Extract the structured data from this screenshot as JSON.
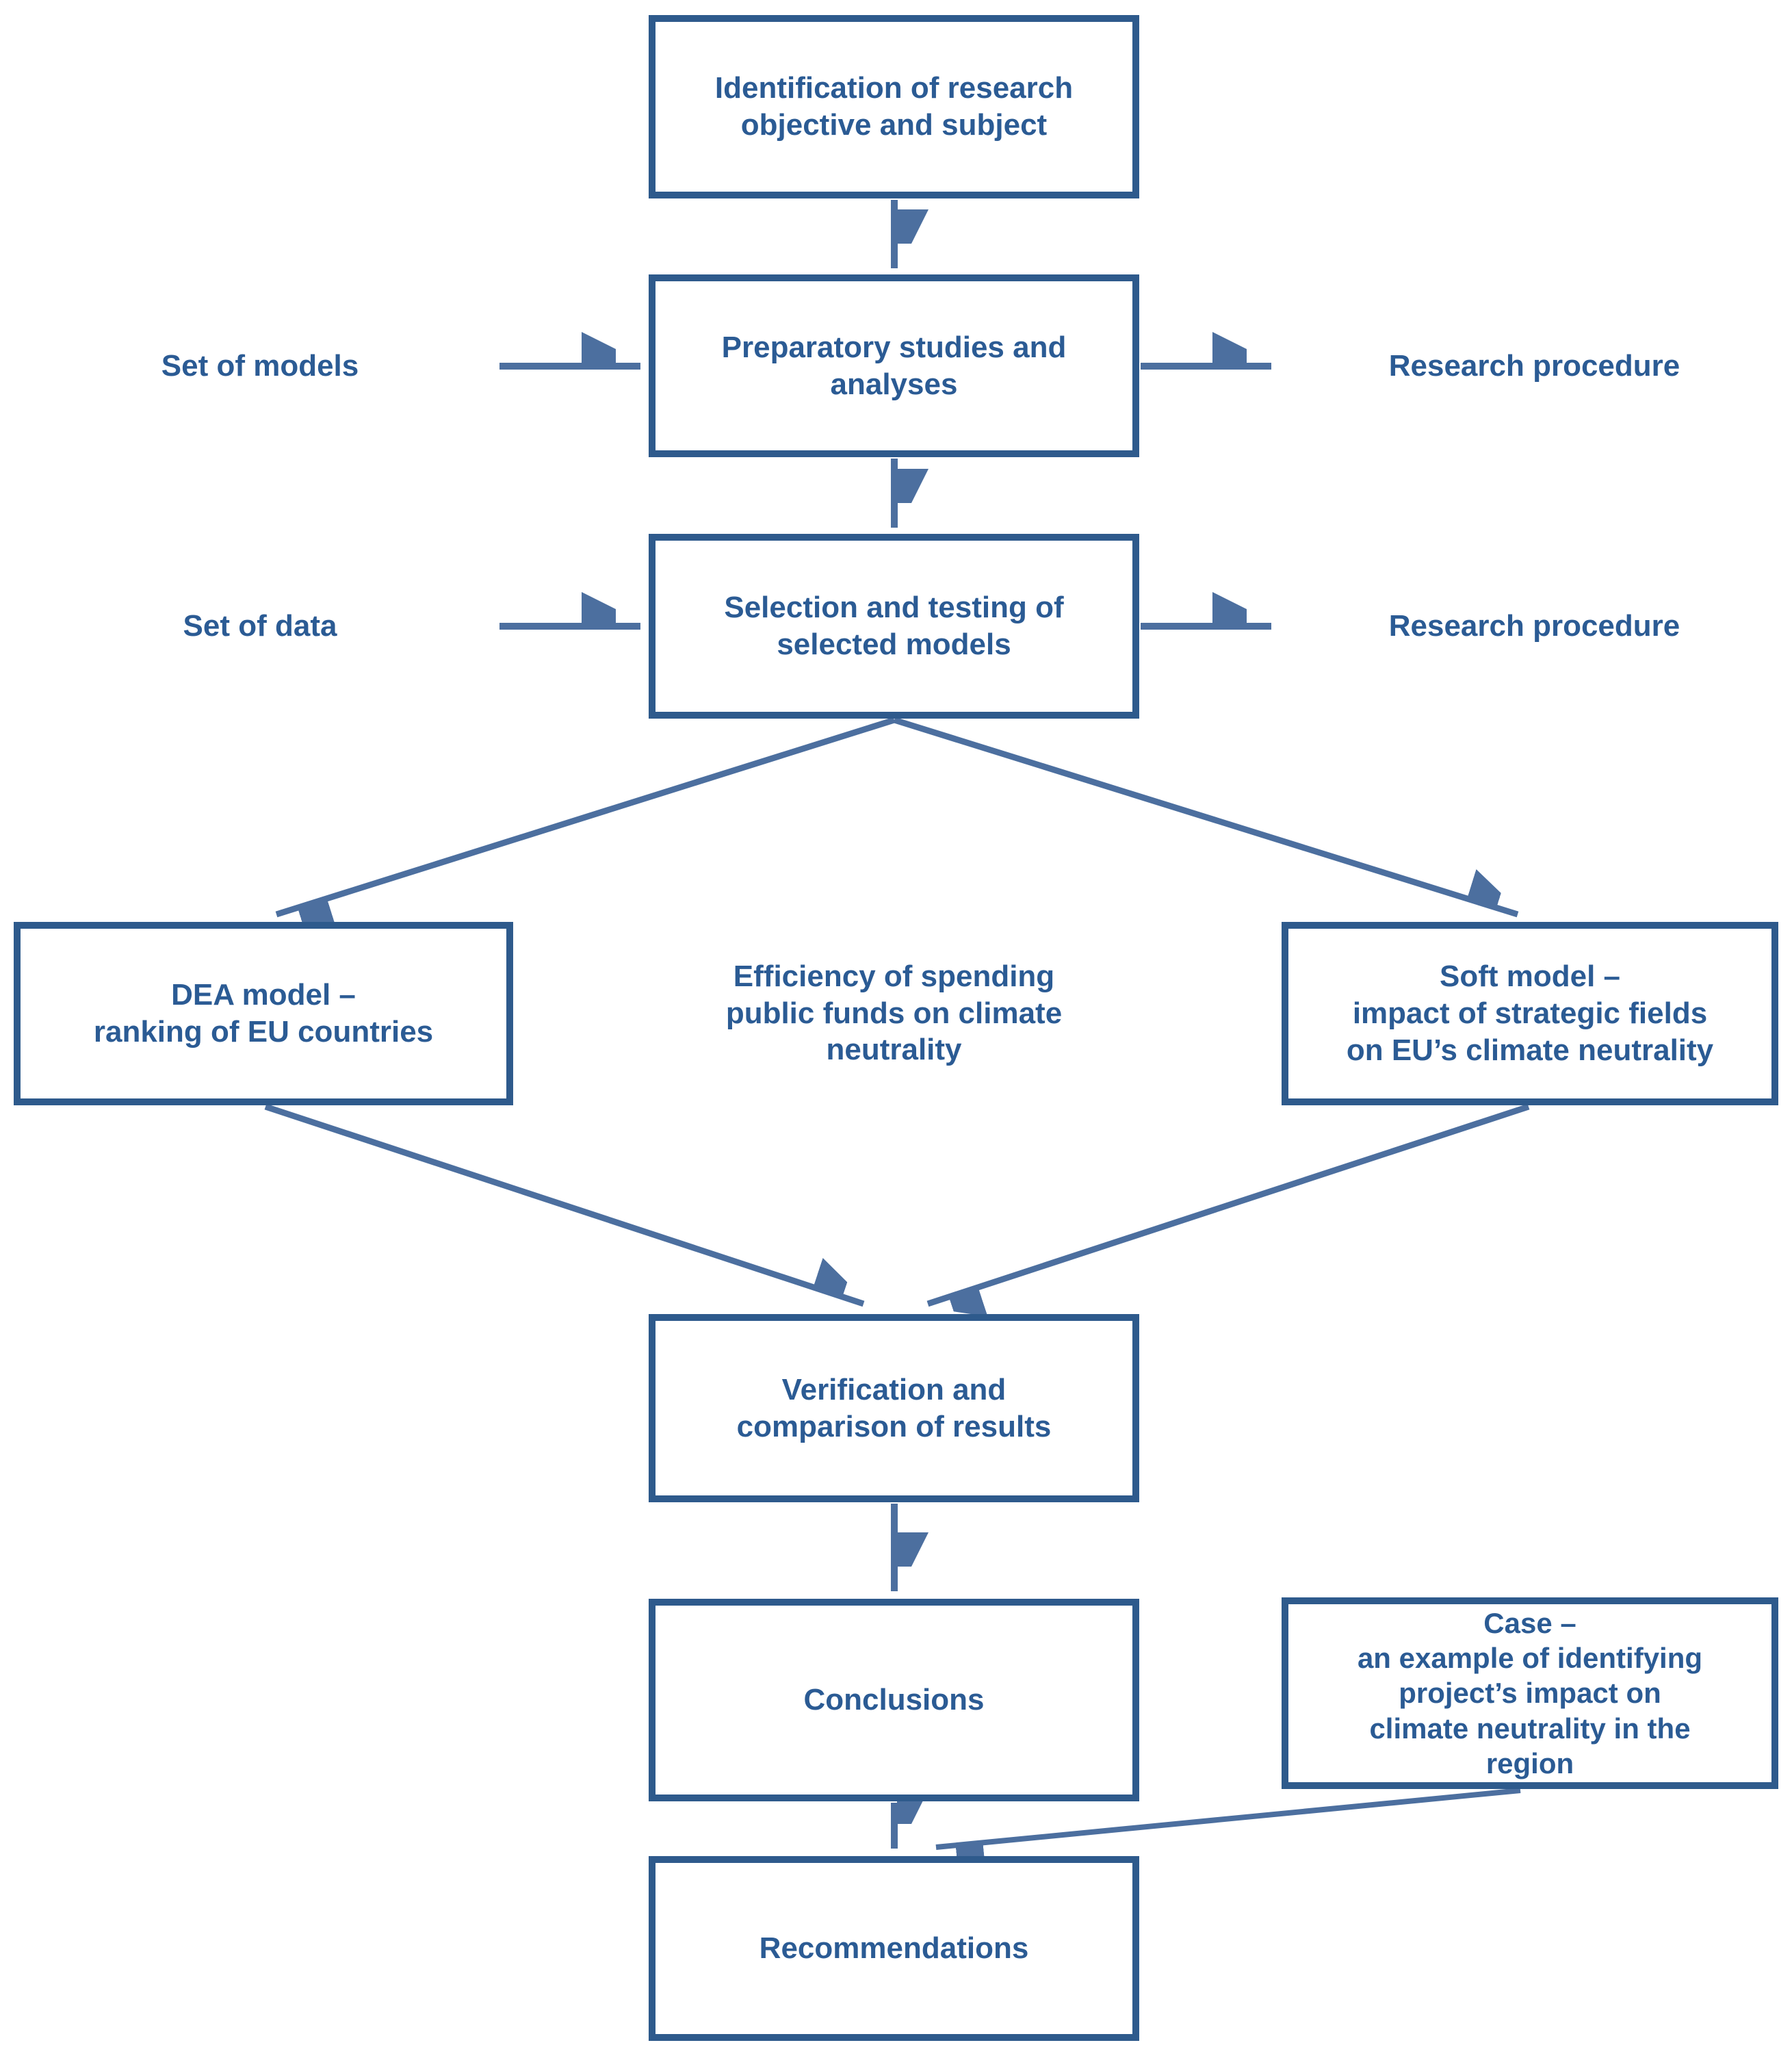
{
  "diagram": {
    "colors": {
      "border": "#2e5a8c",
      "text": "#2b5b94",
      "arrow": "#4c6f9f"
    },
    "nodes": {
      "identification": {
        "label": "Identification of research\nobjective and subject"
      },
      "preparatory": {
        "label": "Preparatory studies and\nanalyses"
      },
      "selection": {
        "label": "Selection and testing of\nselected models"
      },
      "dea": {
        "label": "DEA model –\nranking of EU countries"
      },
      "efficiency": {
        "label": "Efficiency of spending\npublic funds on climate\nneutrality"
      },
      "soft": {
        "label": "Soft model –\nimpact of strategic fields\non EU’s climate neutrality"
      },
      "verification": {
        "label": "Verification and\ncomparison of results"
      },
      "conclusions": {
        "label": "Conclusions"
      },
      "case": {
        "label": "Case –\nan example of identifying\nproject’s impact on\nclimate neutrality in the\nregion"
      },
      "recommendations": {
        "label": "Recommendations"
      },
      "set_of_models": {
        "label": "Set of models"
      },
      "set_of_data": {
        "label": "Set of data"
      },
      "research_procedure_top": {
        "label": "Research procedure"
      },
      "research_procedure_bottom": {
        "label": "Research procedure"
      }
    }
  }
}
